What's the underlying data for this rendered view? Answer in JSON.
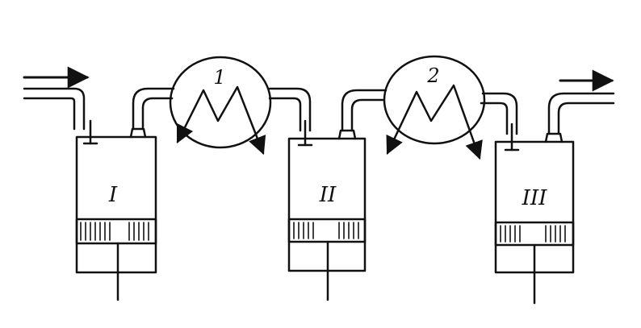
{
  "diagram": {
    "cylinders": [
      {
        "id": "cyl-1",
        "label": "I"
      },
      {
        "id": "cyl-2",
        "label": "II"
      },
      {
        "id": "cyl-3",
        "label": "III"
      }
    ],
    "coolers": [
      {
        "id": "cooler-1",
        "label": "1"
      },
      {
        "id": "cooler-2",
        "label": "2"
      }
    ],
    "colors": {
      "ink": "#111111",
      "background": "#ffffff"
    }
  }
}
